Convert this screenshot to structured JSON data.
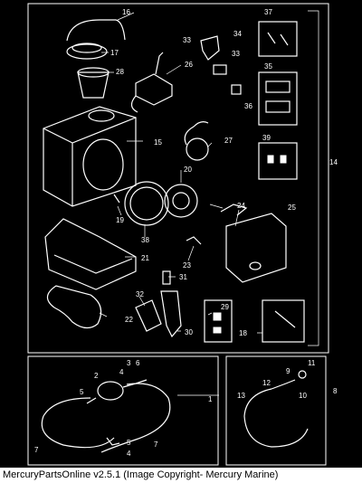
{
  "diagram": {
    "callouts_main": [
      "16",
      "17",
      "28",
      "26",
      "33",
      "34",
      "37",
      "33",
      "35",
      "36",
      "15",
      "27",
      "39",
      "14",
      "20",
      "19",
      "38",
      "24",
      "25",
      "21",
      "23",
      "31",
      "32",
      "22",
      "29",
      "30",
      "18"
    ],
    "callouts_left": [
      "1",
      "2",
      "3",
      "4",
      "5",
      "6",
      "7",
      "4",
      "5",
      "7"
    ],
    "callouts_right": [
      "8",
      "9",
      "10",
      "11",
      "12",
      "13"
    ]
  },
  "footer": {
    "text": "MercuryPartsOnline v2.5.1 (Image Copyright- Mercury Marine)"
  },
  "colors": {
    "background": "#000000",
    "line": "#ffffff",
    "footer_bg": "#ffffff"
  }
}
